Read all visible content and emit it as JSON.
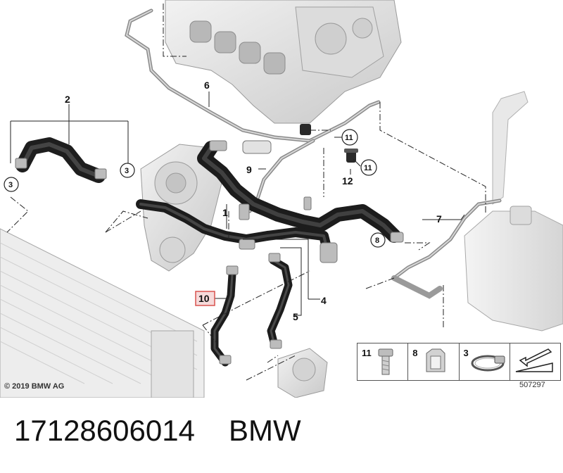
{
  "callouts": {
    "c1": "1",
    "c2": "2",
    "c3a": "3",
    "c3b": "3",
    "c4": "4",
    "c5": "5",
    "c6": "6",
    "c7": "7",
    "c8": "8",
    "c9": "9",
    "c10": "10",
    "c11a": "11",
    "c11b": "11",
    "c12": "12"
  },
  "highlight_color": "#d9534f",
  "legend": {
    "items": [
      {
        "number": "11",
        "icon": "bolt-icon"
      },
      {
        "number": "8",
        "icon": "clip-icon"
      },
      {
        "number": "3",
        "icon": "hose-clamp-icon"
      },
      {
        "number": "",
        "icon": "wedge-arrow-icon"
      }
    ]
  },
  "diagram_id": "507297",
  "copyright": "© 2019 BMW AG",
  "caption": {
    "part_number": "17128606014",
    "brand": "BMW"
  }
}
